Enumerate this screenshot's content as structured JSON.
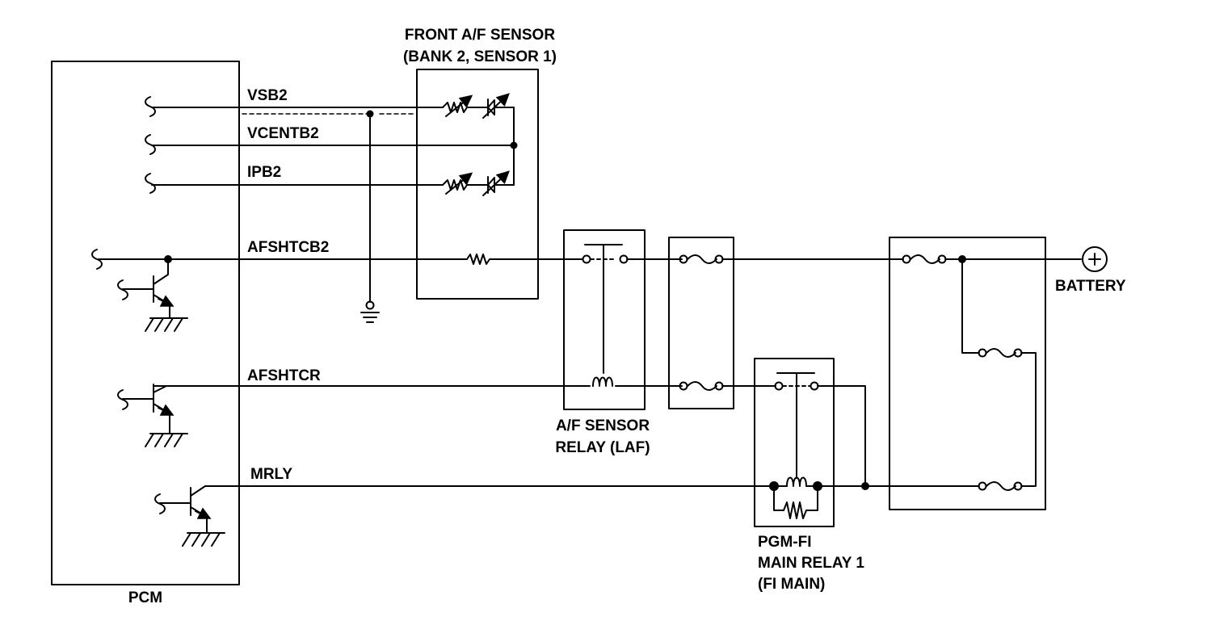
{
  "components": {
    "pcm": {
      "label": "PCM"
    },
    "af_sensor": {
      "label_line1": "FRONT A/F SENSOR",
      "label_line2": "(BANK 2, SENSOR 1)"
    },
    "laf_relay": {
      "label_line1": "A/F SENSOR",
      "label_line2": "RELAY (LAF)"
    },
    "fi_main_relay": {
      "label_line1": "PGM-FI",
      "label_line2": "MAIN RELAY 1",
      "label_line3": "(FI MAIN)"
    },
    "battery": {
      "label": "BATTERY"
    }
  },
  "wires": {
    "vsb2": "VSB2",
    "vcentb2": "VCENTB2",
    "ipb2": "IPB2",
    "afshtcb2": "AFSHTCB2",
    "afshtcr": "AFSHTCR",
    "mrly": "MRLY"
  }
}
